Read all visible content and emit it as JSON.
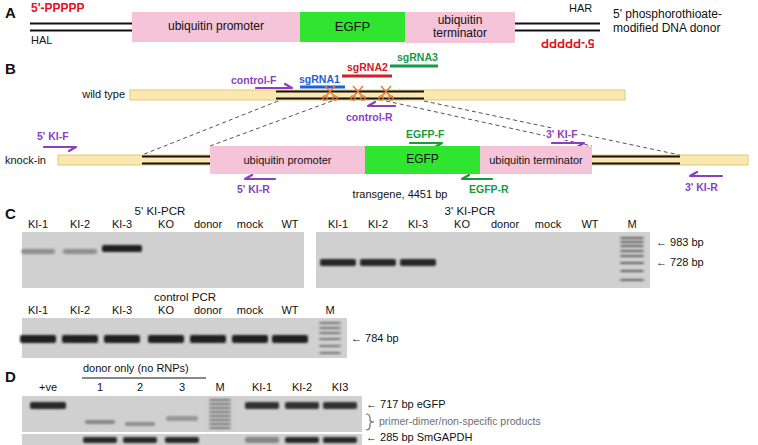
{
  "diagram": {
    "nodes": [
      {
        "text": [
          "ubiquitin promoter"
        ]
      },
      {
        "text": [
          "EGFP"
        ]
      },
      {
        "text": [
          "ubiquitin terminator"
        ]
      },
      {
        "text": [
          "ubiquitin promoter"
        ]
      },
      {
        "text": [
          "EGFP"
        ]
      },
      {
        "text": [
          "ubiquitin terminator"
        ]
      }
    ],
    "labels": [
      "A",
      "5'-PPPPP",
      "HAL",
      "HAR",
      "5'-PPPPP",
      "5' phosphorothioate-modified DNA donor",
      "B",
      "control-F",
      "sgRNA1",
      "sgRNA2",
      "sgRNA3",
      "wild type",
      "control-R",
      "knock-in",
      "5' KI-F",
      "EGFP-F",
      "3' KI-F",
      "5' KI-R",
      "EGFP-R",
      "3' KI-R",
      "transgene, 4451 bp",
      "C",
      "5' KI-PCR",
      "3' KI-PCR",
      "KI-1",
      "KI-2",
      "KI-3",
      "KO",
      "donor",
      "mock",
      "WT",
      "KI-1",
      "KI-2",
      "KI-3",
      "KO",
      "donor",
      "mock",
      "WT",
      "M",
      "← 983 bp",
      "← 728 bp",
      "control PCR",
      "KI-1",
      "KI-2",
      "KI-3",
      "KO",
      "donor",
      "mock",
      "WT",
      "M",
      "← 784 bp",
      "D",
      "donor only (no RNPs)",
      "+ve",
      "1",
      "2",
      "3",
      "M",
      "KI-1",
      "KI-2",
      "KI3",
      "← 717 bp eGFP",
      "primer-dimer/non-specific products",
      "← 285 bp SmGAPDH"
    ]
  }
}
